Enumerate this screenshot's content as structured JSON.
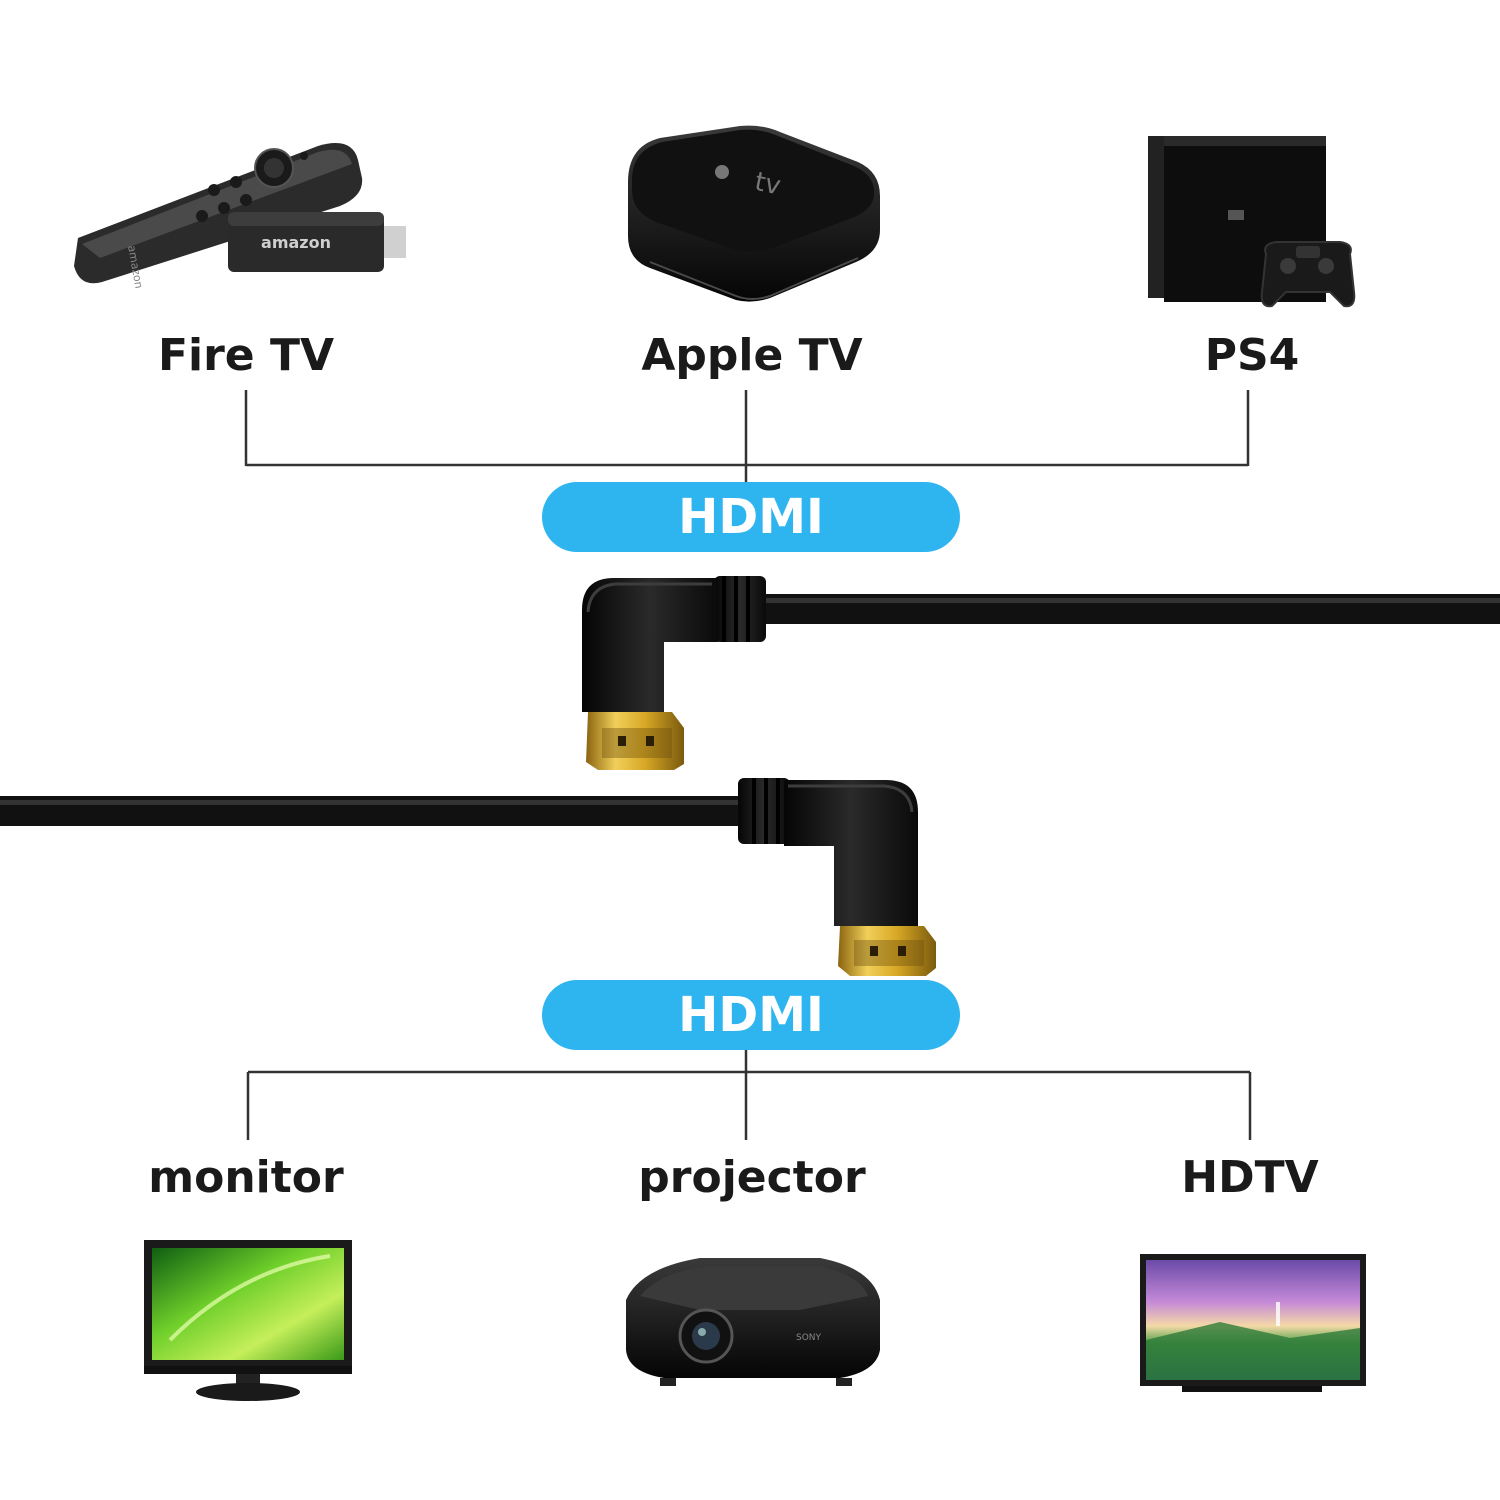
{
  "sources": {
    "fire_tv": "Fire TV",
    "apple_tv": "Apple TV",
    "ps4": "PS4"
  },
  "connector_top": "HDMI",
  "connector_bottom": "HDMI",
  "displays": {
    "monitor": "monitor",
    "projector": "projector",
    "hdtv": "HDTV"
  },
  "device_text": {
    "amazon_stick": "amazon",
    "amazon_remote": "amazon",
    "apple_tv_box": "tv",
    "projector_brand": "SONY"
  },
  "colors": {
    "accent": "#2eb5f0",
    "cable": "#111111",
    "gold": "#d4a21a",
    "line": "#333333"
  }
}
